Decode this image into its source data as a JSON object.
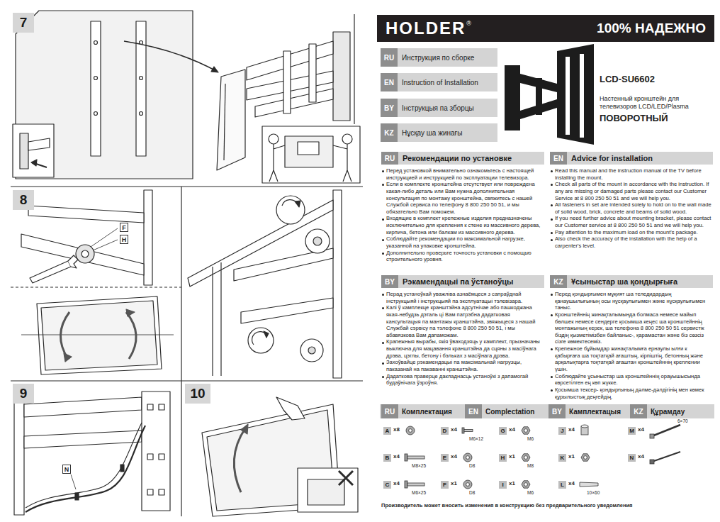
{
  "diagram": {
    "nodes": [
      {
        "text": [
          "7"
        ]
      },
      {
        "text": [
          "8"
        ]
      },
      {
        "text": [
          "9"
        ]
      },
      {
        "text": [
          "10"
        ]
      },
      {
        "text": [
          "F"
        ]
      },
      {
        "text": [
          "H"
        ]
      },
      {
        "text": [
          "N"
        ]
      },
      {
        "text": [
          "HOLDER",
          "®",
          "100% НАДЕЖНО"
        ]
      },
      {
        "text": [
          "Инструкция по сборке"
        ]
      },
      {
        "text": [
          "RU"
        ],
        "in": 8
      },
      {
        "text": [
          "Instruction of Installation"
        ]
      },
      {
        "text": [
          "EN"
        ],
        "in": 10
      },
      {
        "text": [
          "Інструкцыя па зборцы"
        ]
      },
      {
        "text": [
          "BY"
        ],
        "in": 12
      },
      {
        "text": [
          "Нұсқау ша жинағы"
        ]
      },
      {
        "text": [
          "KZ"
        ],
        "in": 14
      },
      {
        "text": [
          "Рекомендации по установке"
        ]
      },
      {
        "text": [
          "RU"
        ],
        "in": 16
      },
      {
        "text": [
          "Advice for installation"
        ]
      },
      {
        "text": [
          "EN"
        ],
        "in": 18
      },
      {
        "text": [
          "Рэкамендацыі па ўстаноўцы"
        ]
      },
      {
        "text": [
          "BY"
        ],
        "in": 20
      },
      {
        "text": [
          "Ұсыныстар ша қондырғыға"
        ]
      },
      {
        "text": [
          "KZ"
        ],
        "in": 22
      },
      {
        "text": [
          "Комплектация"
        ]
      },
      {
        "text": [
          "RU"
        ],
        "in": 24
      },
      {
        "text": [
          "Complectation"
        ]
      },
      {
        "text": [
          "EN"
        ],
        "in": 26
      },
      {
        "text": [
          "Камплектацыя"
        ]
      },
      {
        "text": [
          "BY"
        ],
        "in": 28
      },
      {
        "text": [
          "Құрамдау"
        ]
      },
      {
        "text": [
          "KZ"
        ],
        "in": 30
      },
      {
        "text": [
          "A"
        ]
      },
      {
        "text": [
          "B"
        ]
      },
      {
        "text": [
          "C"
        ]
      },
      {
        "text": [
          "D"
        ]
      },
      {
        "text": [
          "E"
        ]
      },
      {
        "text": [
          "F"
        ]
      },
      {
        "text": [
          "G"
        ]
      },
      {
        "text": [
          "H"
        ]
      },
      {
        "text": [
          "I"
        ]
      },
      {
        "text": [
          "J"
        ]
      },
      {
        "text": [
          "K"
        ]
      },
      {
        "text": [
          "L"
        ]
      },
      {
        "text": [
          "M"
        ]
      },
      {
        "text": [
          "N"
        ]
      }
    ],
    "labels": [
      "LCD-SU6602",
      "Настенный кронштейн для телевизоров LCD/LED/Plasma",
      "ПОВОРОТНЫЙ",
      "Перед установкой внимательно ознакомьтесь с настоящей инструкцией и инструкцией по эксплуатации телевизора.",
      "Если в комплекте кронштейна отсутствует или повреждена какая-либо деталь или Вам нужна дополнительная консультация по монтажу кронштейна, свяжитесь с нашей Службой сервиса по телефону 8 800 250 50 51, и мы обязательно Вам поможем.",
      "Входящие в комплект крепежные изделия предназначены исключительно для крепления к стене из массивного дерева, кирпича, бетона или балкам из массивного дерева.",
      "Соблюдайте рекомендации по максимальной нагрузке, указанной на упаковке кронштейна.",
      "Дополнительно проверьте точность установки с помощью строительного уровня.",
      "Read this manual and the instruction manual of the TV before installing the mount.",
      "Check all parts of the mount in accordance with the instruction. If any are missing or damaged parts please contact our Customer Service at 8 800 250 50 51 and we will help you.",
      "All fasteners in set are intended solely to hold on to the wall made of solid wood, brick, concrete and beams of solid wood.",
      "If you need further advice about mounting bracket, please contact our Customer service at 8 800 250 50 51 and we will help you.",
      "Pay attention to the maximum load on the mount's package.",
      "Also check the accuracy of the installation with the help of a carpenter's level.",
      "Перад устаноўкай уважліва азнаёмцеся з сапраўднай інструкцыяй і інструкцыяй па эксплуатацыі тэлевізара.",
      "Калі ў камплекце кранштэйна адсутнічае або пашкоджана якая-небудзь дэталь ці Вам патрэбна дадатковая кансультацыя па мантажы кранштэйна, звяжыцеся з нашай Службай сэрвісу па тэлефоне 8 800 250 50 51, і мы абавязкова Вам дапаможам.",
      "Крапежныя вырабы, якія ўваходзяць у камплект, прызначаны выключна для мацавання кранштэйна да сцяны з масіўнага дрэва, цэглы, бетону і бэльках з масіўнага дрэва.",
      "Захоўвайце рэкамендацыі па максімальнай нагрузцы, паказанай на пакаванні кранштэйна.",
      "Дадаткова праверце дакладнасць устаноўкі з дапамогай будаўнічага ўзроўня.",
      "Перед қондырғымен мұқият ша теледидардың қанаушылығының осы нұсқаулығымен және нұсқаулығымен таныс.",
      "Кронштейннің жинақталымында болмаса немесе майып бөлшек немесе сендерге қосымша кеңес ша кронштейннің монтажының керек, ша телефона 8 800 250 50 51 сервистік біздің қызметімізбен байланыс-, қарамастан және біз сөзсіз сізге көмектесеміз.",
      "Крепежное бұйымдар жинақталымға ернаулы ылғи к қабырғаға ша тоқтатқай ағаштың, кірпіштің, бетонның және арқалықтарға тоқтатқай ағаштан кронштейннің креплении үшін.",
      "Соблюдайте ұсыныстар ша кронштейннің орауышысында көрсетілген ең көп жүкке.",
      "Қосымша тексер- қондырғының дәлме-дәлдігінің мен көмек құрылыстық деңгейдің.",
      "x8",
      "x4",
      "M8×25",
      "x4",
      "M6×25",
      "x4",
      "M6×12",
      "x4",
      "D8",
      "x1",
      "D8",
      "x4",
      "M6",
      "x1",
      "M8",
      "x1",
      "M6",
      "x4",
      "x1",
      "x4",
      "10×60",
      "x4",
      "6×70",
      "x4",
      "Производитель может вносить изменения в конструкцию без предварительного уведомления"
    ]
  }
}
